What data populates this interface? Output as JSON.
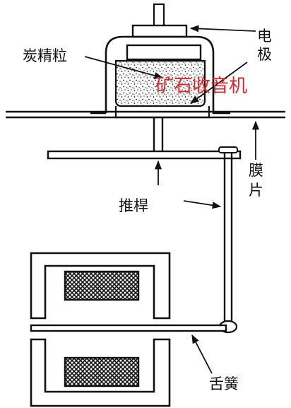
{
  "labels": {
    "electrode_top": "电",
    "electrode_bottom": "极",
    "carbon_granules": "炭精粒",
    "diaphragm_top": "膜",
    "diaphragm_bottom": "片",
    "push_rod": "推桿",
    "reed": "舌簧"
  },
  "watermark": "矿石收音机",
  "colors": {
    "ink": "#111111",
    "watermark": "#e0262b",
    "background": "#ffffff"
  }
}
